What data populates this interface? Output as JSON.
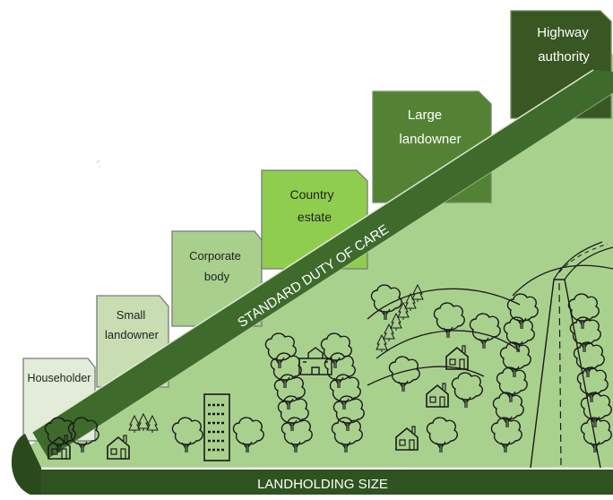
{
  "steps": [
    {
      "label_lines": [
        "Householder"
      ],
      "color": "#e3ecd8",
      "text_color": "#222222"
    },
    {
      "label_lines": [
        "Small",
        "landowner"
      ],
      "color": "#c8deb2",
      "text_color": "#222222"
    },
    {
      "label_lines": [
        "Corporate",
        "body"
      ],
      "color": "#a8cf8c",
      "text_color": "#222222"
    },
    {
      "label_lines": [
        "Country",
        "estate"
      ],
      "color": "#8fcd4e",
      "text_color": "#222222"
    },
    {
      "label_lines": [
        "Large",
        "landowner"
      ],
      "color": "#548235",
      "text_color": "#ffffff"
    },
    {
      "label_lines": [
        "Highway",
        "authority"
      ],
      "color": "#385723",
      "text_color": "#ffffff"
    }
  ],
  "diagonal_band": {
    "label": "STANDARD DUTY OF CARE",
    "color": "#3e6b2c"
  },
  "base_band": {
    "label": "LANDHOLDING SIZE",
    "color": "#2f5320"
  },
  "landscape_color": "#a9d18e",
  "icons": [
    "house-icon",
    "tree-icon",
    "apartment-building-icon",
    "school-icon",
    "road-icon",
    "hill-icon"
  ]
}
